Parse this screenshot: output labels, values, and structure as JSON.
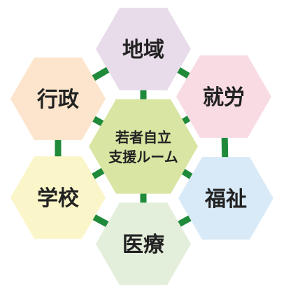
{
  "center": {
    "line1": "若者自立",
    "line2": "支援ルーム",
    "color": "#d9e5a3"
  },
  "nodes": [
    {
      "id": "chiiki",
      "label": "地域",
      "color": "#e8dcea"
    },
    {
      "id": "shuro",
      "label": "就労",
      "color": "#f9dbe3"
    },
    {
      "id": "fukushi",
      "label": "福祉",
      "color": "#d8eaf7"
    },
    {
      "id": "iryo",
      "label": "医療",
      "color": "#e3eedb"
    },
    {
      "id": "gakko",
      "label": "学校",
      "color": "#fbf6c9"
    },
    {
      "id": "gyosei",
      "label": "行政",
      "color": "#fce5cc"
    }
  ],
  "connector_color": "#1f8a3a"
}
